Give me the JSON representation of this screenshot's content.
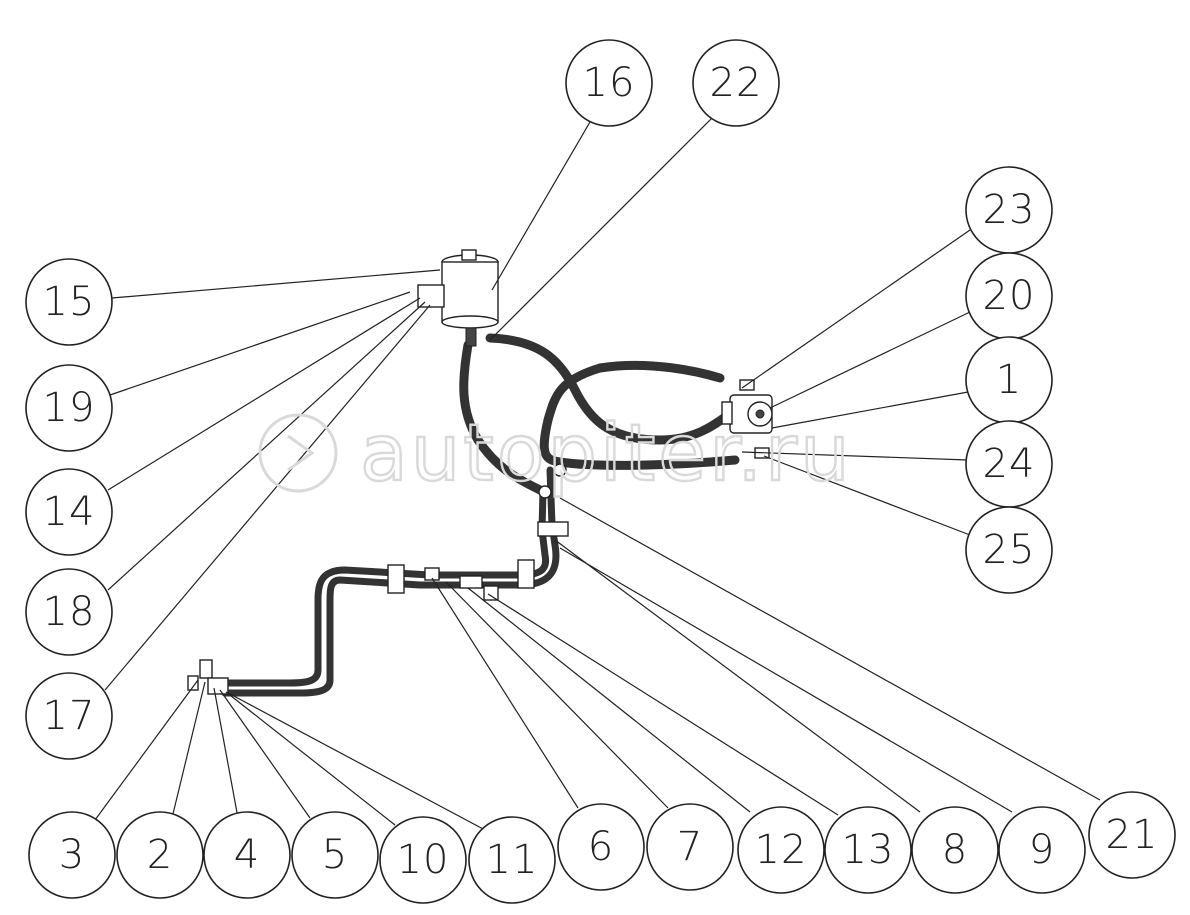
{
  "watermark": {
    "text": "autopiter.ru"
  },
  "callouts": [
    {
      "label": "16"
    },
    {
      "label": "22"
    },
    {
      "label": "23"
    },
    {
      "label": "20"
    },
    {
      "label": "1"
    },
    {
      "label": "24"
    },
    {
      "label": "25"
    },
    {
      "label": "15"
    },
    {
      "label": "19"
    },
    {
      "label": "14"
    },
    {
      "label": "18"
    },
    {
      "label": "17"
    },
    {
      "label": "3"
    },
    {
      "label": "2"
    },
    {
      "label": "4"
    },
    {
      "label": "5"
    },
    {
      "label": "10"
    },
    {
      "label": "11"
    },
    {
      "label": "6"
    },
    {
      "label": "7"
    },
    {
      "label": "12"
    },
    {
      "label": "13"
    },
    {
      "label": "8"
    },
    {
      "label": "9"
    },
    {
      "label": "21"
    }
  ],
  "colors": {
    "line": "#222222",
    "watermark": "#d9d9d9"
  }
}
